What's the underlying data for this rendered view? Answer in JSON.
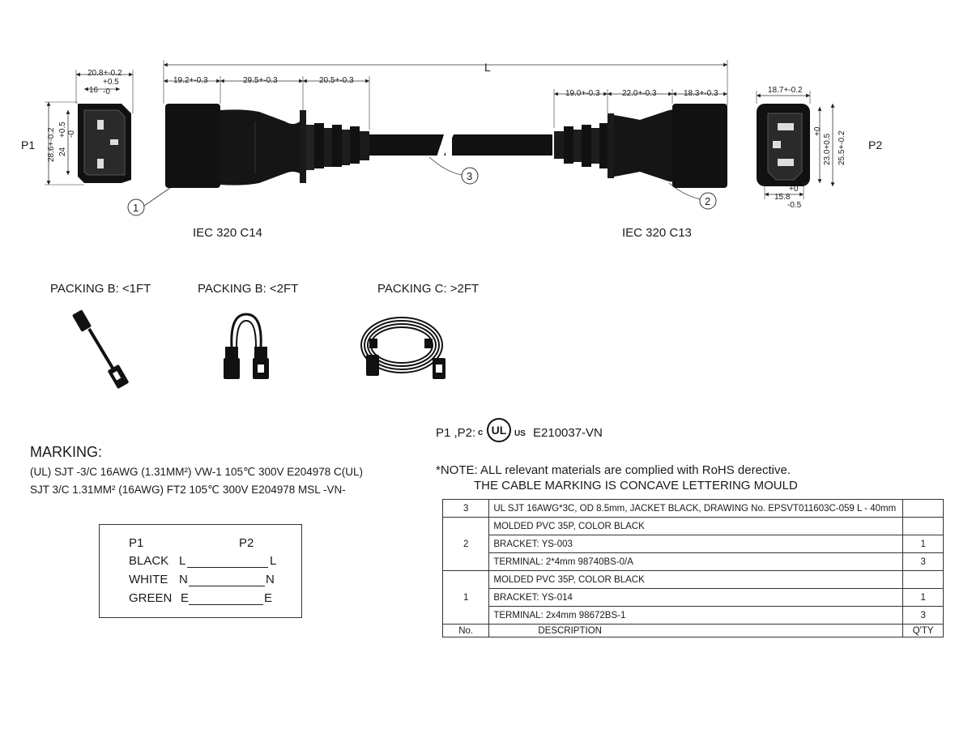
{
  "dimensions": {
    "L": "L",
    "p1_width": "20.8+-0.2",
    "p1_inner": "16",
    "p1_inner_tol_plus": "+0.5",
    "p1_inner_tol_minus": "-0",
    "p1_height": "28.6+-0.2",
    "p1_inner_height": "24",
    "p1_inner_height_tol_plus": "+0.5",
    "p1_inner_height_tol_minus": "-0",
    "c14_seg1": "19.2+-0.3",
    "c14_seg2": "29.5+-0.3",
    "c14_seg3": "20.5+-0.3",
    "c13_seg1": "19.0+-0.3",
    "c13_seg2": "22.0+-0.3",
    "c13_seg3": "18.3+-0.3",
    "p2_width": "18.7+-0.2",
    "p2_h1": "23.0+0.5",
    "p2_h1_tol": "+0",
    "p2_h2": "25.5+-0.2",
    "p2_bottom": "15.8",
    "p2_bottom_tol_plus": "+0",
    "p2_bottom_tol_minus": "-0.5"
  },
  "labels": {
    "p1": "P1",
    "p2": "P2",
    "callout1": "1",
    "callout2": "2",
    "callout3": "3",
    "connector_left": "IEC 320 C14",
    "connector_right": "IEC 320 C13"
  },
  "packing": [
    {
      "label": "PACKING B: <1FT"
    },
    {
      "label": "PACKING B: <2FT"
    },
    {
      "label": "PACKING C: >2FT"
    }
  ],
  "certification": {
    "prefix": "P1 ,P2:",
    "c": "c",
    "ul": "UL",
    "us": "US",
    "number": "E210037-VN"
  },
  "marking": {
    "title": "MARKING:",
    "line1": "(UL) SJT -3/C 16AWG (1.31MM²) VW-1  105℃  300V  E204978 C(UL)",
    "line2": "SJT 3/C 1.31MM² (16AWG) FT2 105℃  300V  E204978 MSL -VN-"
  },
  "note": {
    "line1": "*NOTE: ALL relevant materials are complied with RoHS derective.",
    "line2": "THE CABLE MARKING IS CONCAVE LETTERING MOULD"
  },
  "wiring": {
    "header_p1": "P1",
    "header_p2": "P2",
    "rows": [
      {
        "color": "BLACK",
        "left": "L",
        "right": "L"
      },
      {
        "color": "WHITE",
        "left": "N",
        "right": "N"
      },
      {
        "color": "GREEN",
        "left": "E",
        "right": "E"
      }
    ]
  },
  "bom": {
    "rows": [
      {
        "no": "3",
        "desc": "UL SJT 16AWG*3C, OD 8.5mm, JACKET BLACK, DRAWING No. EPSVT011603C-059 L - 40mm",
        "qty": ""
      },
      {
        "no": "2",
        "desc": "MOLDED PVC  35P, COLOR BLACK",
        "qty": ""
      },
      {
        "no": "",
        "desc": "BRACKET: YS-003",
        "qty": "1"
      },
      {
        "no": "",
        "desc": "TERMINAL: 2*4mm  98740BS-0/A",
        "qty": "3"
      },
      {
        "no": "1",
        "desc": "MOLDED PVC  35P, COLOR BLACK",
        "qty": ""
      },
      {
        "no": "",
        "desc": "BRACKET: YS-014",
        "qty": "1"
      },
      {
        "no": "",
        "desc": "TERMINAL: 2x4mm  98672BS-1",
        "qty": "3"
      }
    ],
    "footer": {
      "no": "No.",
      "desc": "DESCRIPTION",
      "qty": "Q'TY"
    }
  }
}
